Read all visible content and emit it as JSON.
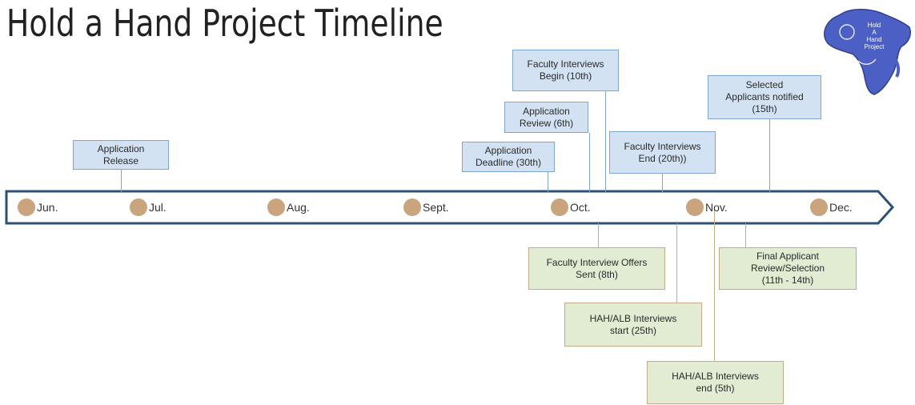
{
  "title": "Hold a Hand Project Timeline",
  "logo": {
    "icon": "africa-map-logo",
    "text_lines": [
      "Hold",
      "A",
      "Hand",
      "Project"
    ],
    "color": "#4b5fc4"
  },
  "colors": {
    "axis": "#2d5079",
    "dot": "#c9a47d",
    "above_box": "#d2e2f2",
    "below_box": "#e1ecd3"
  },
  "months": [
    "Jun.",
    "Jul.",
    "Aug.",
    "Sept.",
    "Oct.",
    "Nov.",
    "Dec."
  ],
  "events_above": [
    {
      "label": "Application\nRelease"
    },
    {
      "label": "Application\nDeadline (30th)"
    },
    {
      "label": "Application\nReview (6th)"
    },
    {
      "label": "Faculty Interviews\nBegin (10th)"
    },
    {
      "label": "Faculty Interviews\nEnd (20th))"
    },
    {
      "label": "Selected\nApplicants notified\n(15th)"
    }
  ],
  "events_below": [
    {
      "label": "Faculty Interview Offers\nSent (8th)"
    },
    {
      "label": "HAH/ALB Interviews\nstart (25th)"
    },
    {
      "label": "HAH/ALB Interviews\nend (5th)"
    },
    {
      "label": "Final Applicant\nReview/Selection\n(11th - 14th)"
    }
  ]
}
